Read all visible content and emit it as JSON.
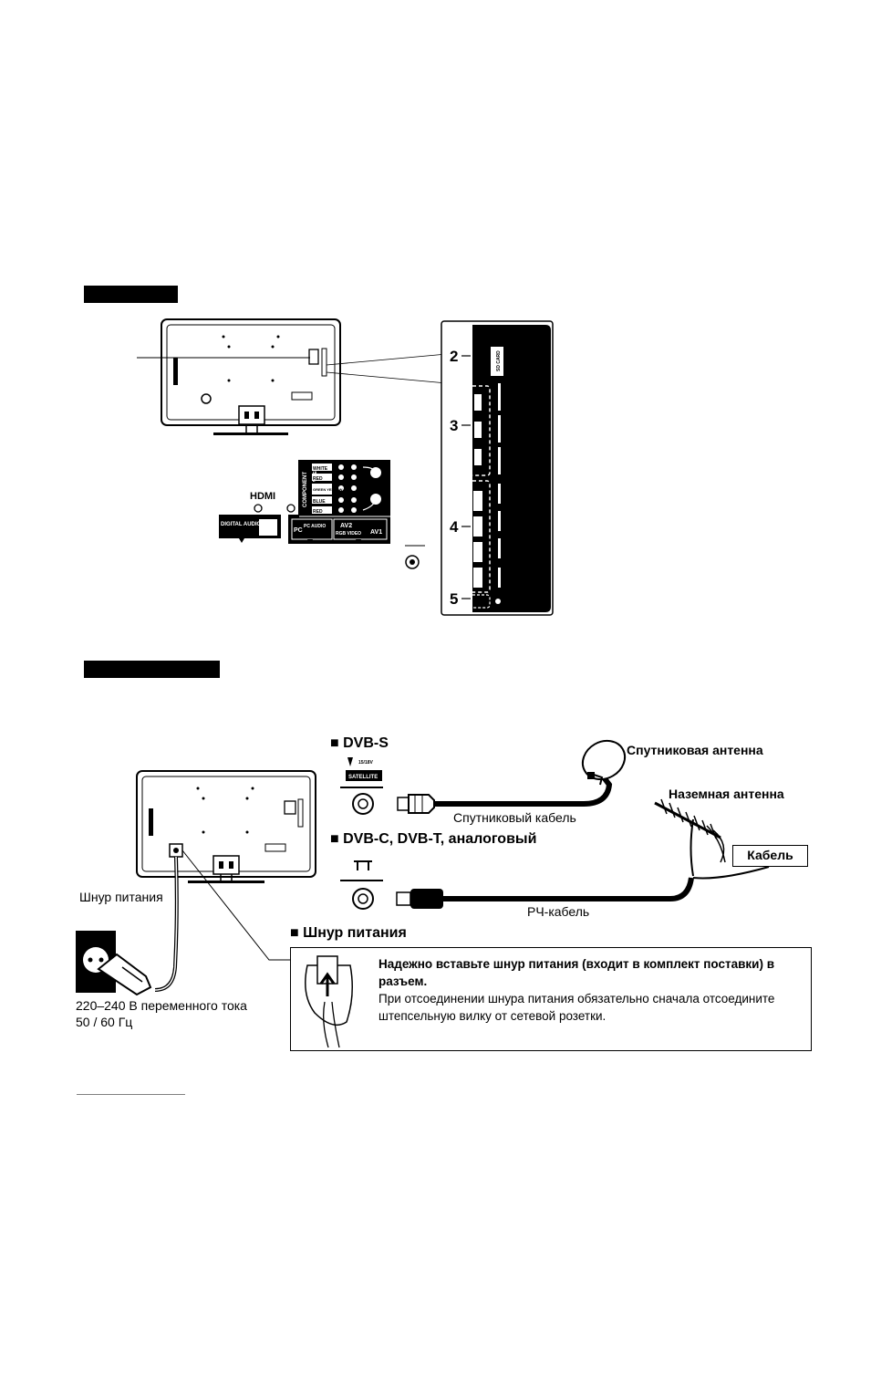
{
  "diagram1": {
    "panel_numbers": [
      "2",
      "3",
      "4",
      "5"
    ],
    "hdmi_logo": "HDMI",
    "av2_label": "AV2",
    "av1_label": "AV1",
    "pc_label": "PC",
    "pc_audio_label": "PC AUDIO",
    "rgb_video_label": "RGB VIDEO",
    "digital_audio_out_label": "DIGITAL AUDIO OUT",
    "component_label": "COMPONENT",
    "video_label": "VIDEO",
    "jack_labels": [
      "WHITE",
      "RED",
      "GREEN YELLOW",
      "BLUE",
      "RED"
    ],
    "sd_card_label": "SD CARD"
  },
  "diagram2": {
    "dvbs_heading": "■ DVB-S",
    "dvbc_heading": "■ DVB-C, DVB-T, аналоговый",
    "satellite_antenna": "Спутниковая антенна",
    "terrestrial_antenna": "Наземная антенна",
    "satellite_cable": "Спутниковый кабель",
    "cable_box": "Кабель",
    "rf_cable": "РЧ-кабель",
    "power_cord": "Шнур питания",
    "satellite_port_label": "SATELLITE",
    "voltage_line1": "220–240 В переменного тока",
    "voltage_line2": "50 / 60 Гц",
    "power_heading": "■ Шнур питания",
    "note_bold": "Надежно вставьте шнур питания (входит в комплект поставки) в разъем.",
    "note_text": "При отсоединении шнура питания обязательно сначала отсоедините штепсельную вилку от сетевой розетки."
  }
}
